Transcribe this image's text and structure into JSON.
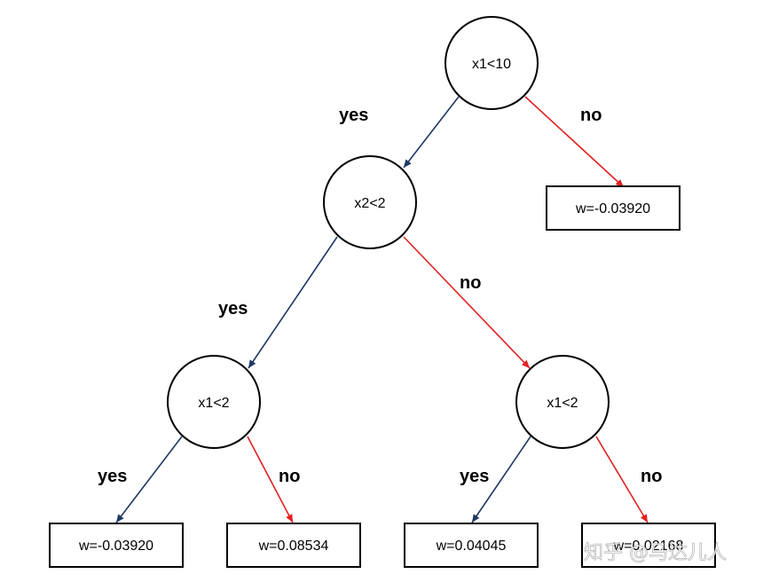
{
  "tree": {
    "colors": {
      "yes_edge": "#1f3864",
      "no_edge": "#e32020",
      "node_stroke": "#000000"
    },
    "decisions": {
      "root": "x1<10",
      "left": "x2<2",
      "left_left": "x1<2",
      "left_right": "x1<2"
    },
    "leaves": {
      "root_no": "w=-0.03920",
      "ll_yes": "w=-0.03920",
      "ll_no": "w=0.08534",
      "lr_yes": "w=0.04045",
      "lr_no": "w=0.02168"
    },
    "edge_labels": {
      "root_yes": "yes",
      "root_no": "no",
      "left_yes": "yes",
      "left_no": "no",
      "ll_yes": "yes",
      "ll_no": "no",
      "lr_yes": "yes",
      "lr_no": "no"
    }
  },
  "watermark": "知乎 @马达儿人"
}
